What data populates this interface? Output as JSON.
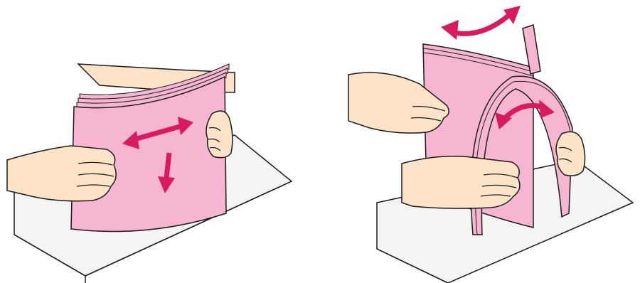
{
  "illustration": {
    "steps": [
      {
        "id": "flex-stack",
        "arrows": [
          "double-arrow-horizontal",
          "arrow-down"
        ]
      },
      {
        "id": "fan-stack",
        "arrows": [
          "double-arrow-curved-top",
          "double-arrow-curved-middle"
        ]
      }
    ]
  },
  "colors": {
    "paper_pink": "#f6b6d2",
    "paper_edge": "#d98bb0",
    "arrow_magenta": "#d81b60",
    "skin": "#fde3c8",
    "table_top": "#f4f4f4",
    "outline": "#1a1a1a"
  }
}
